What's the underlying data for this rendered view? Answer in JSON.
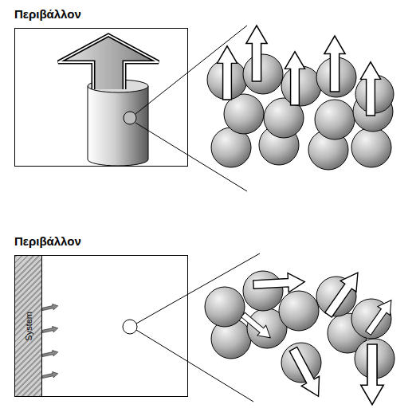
{
  "diagram": {
    "nodes": [
      {
        "text": [
          "Περιβάλλον"
        ]
      },
      {
        "text": [
          "Περιβάλλον"
        ]
      },
      {
        "text": [
          "System"
        ],
        "in": 1
      }
    ]
  }
}
